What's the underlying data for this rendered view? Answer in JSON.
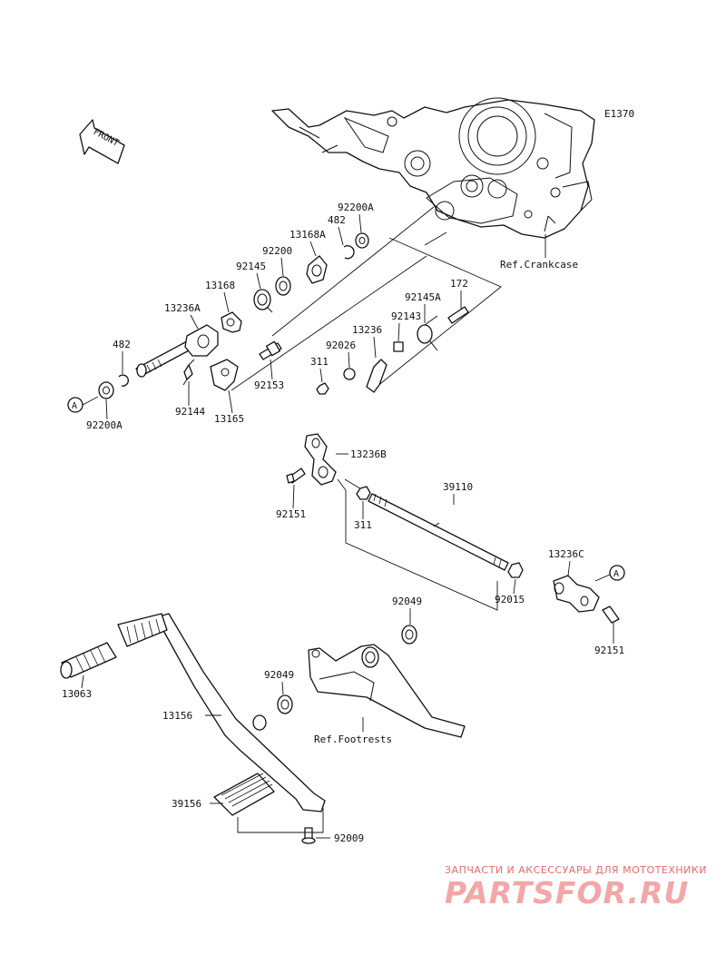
{
  "diagram_code": "E1370",
  "front_label": "FRONT",
  "ref_labels": {
    "crankcase": "Ref.Crankcase",
    "footrests": "Ref.Footrests"
  },
  "connector_label": "A",
  "part_numbers": [
    "92200A",
    "482",
    "13168A",
    "92200",
    "92145",
    "13168",
    "13236A",
    "482",
    "92200A",
    "92144",
    "13165",
    "92153",
    "172",
    "92145A",
    "92143",
    "13236",
    "92026",
    "311",
    "13236B",
    "92151",
    "39110",
    "311",
    "13236C",
    "92015",
    "92151",
    "92049",
    "92049",
    "13063",
    "13156",
    "39156",
    "92009"
  ],
  "watermark": {
    "line1": "ЗАПЧАСТИ И АКСЕССУАРЫ ДЛЯ МОТОТЕХНИКИ",
    "line2": "PARTSFOR.RU"
  }
}
